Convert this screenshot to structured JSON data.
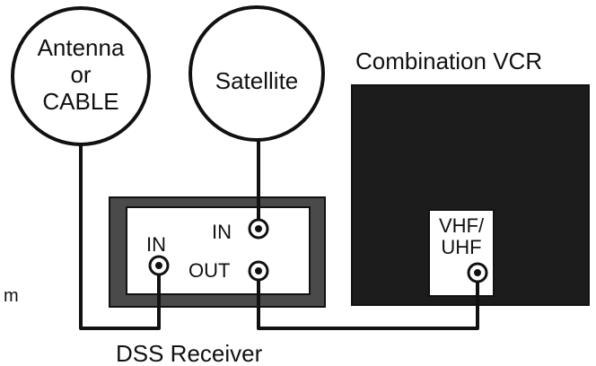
{
  "labels": {
    "antenna": [
      "Antenna",
      "or",
      "CABLE"
    ],
    "satellite": "Satellite",
    "combination_vcr": "Combination VCR",
    "receiver_in_left": "IN",
    "receiver_in_top": "IN",
    "receiver_out": "OUT",
    "vcr_port": [
      "VHF/",
      "UHF"
    ],
    "dss_receiver": "DSS Receiver",
    "cut_off_text": "m"
  },
  "colors": {
    "ink": "#111111",
    "vcr_fill": "#1c1c1c",
    "receiver_frame": "#4a4a4a",
    "panel_fill": "#ffffff"
  },
  "icons": {
    "connector": "coax-jack-icon"
  }
}
